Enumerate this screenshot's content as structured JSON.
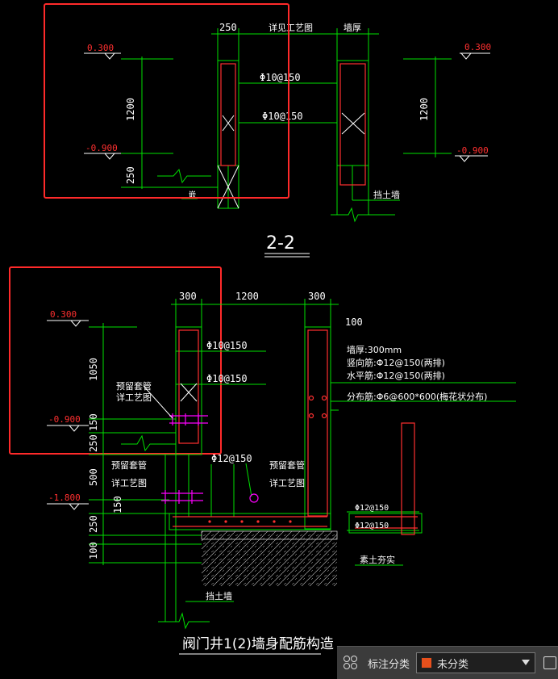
{
  "colors": {
    "background": "#000000",
    "dim_line": "#00e000",
    "rebar": "#ff3030",
    "highlight": "#ff2a2a",
    "sleeve": "#ff00ff",
    "text": "#ffffff"
  },
  "top": {
    "dims": {
      "w250": "250",
      "h1200_left": "1200",
      "h250": "250",
      "h1200_right": "1200"
    },
    "labels": {
      "sleeve_detail": "详见工艺图",
      "wall_thick": "墙厚",
      "rebar1": "Φ10@150",
      "rebar2": "Φ10@150",
      "retaining": "挡土墙",
      "stub": "嵌"
    },
    "elev": {
      "top_left": "0.300",
      "bot_left": "-0.900",
      "top_right": "0.300",
      "bot_right": "-0.900"
    },
    "section_title": "2-2"
  },
  "bottom": {
    "dims": {
      "w300a": "300",
      "w1200": "1200",
      "w300b": "300",
      "w100": "100",
      "h1050": "1050",
      "h150a": "150",
      "h250a": "250",
      "h500": "500",
      "h150b": "150",
      "h250b": "250",
      "h100": "100"
    },
    "elev": {
      "e1": "0.300",
      "e2": "-0.900",
      "e3": "-1.800"
    },
    "labels": {
      "rebar_a": "Φ10@150",
      "rebar_b": "Φ10@150",
      "sleeve1_a": "预留套管",
      "sleeve1_b": "详工艺图",
      "sleeve2_a": "预留套管",
      "sleeve2_b": "详工艺图",
      "sleeve3_a": "预留套管",
      "sleeve3_b": "详工艺图",
      "bottom_rebar": "Φ12@150",
      "wall_spec1": "墙厚:300mm",
      "wall_spec2": "竖向筋:Φ12@150(两排)",
      "wall_spec3": "水平筋:Φ12@150(两排)",
      "wall_spec4": "分布筋:Φ6@600*600(梅花状分布)",
      "side_r1": "Φ12@150",
      "side_r2": "Φ12@150",
      "soil": "素土夯实",
      "retaining": "挡土墙",
      "title": "阀门井1(2)墙身配筋构造"
    }
  },
  "toolbar": {
    "label": "标注分类",
    "selected": "未分类",
    "swatch_color": "#e8501c",
    "grid_icon": "grid-icon",
    "edit_icon": "edit-icon"
  }
}
